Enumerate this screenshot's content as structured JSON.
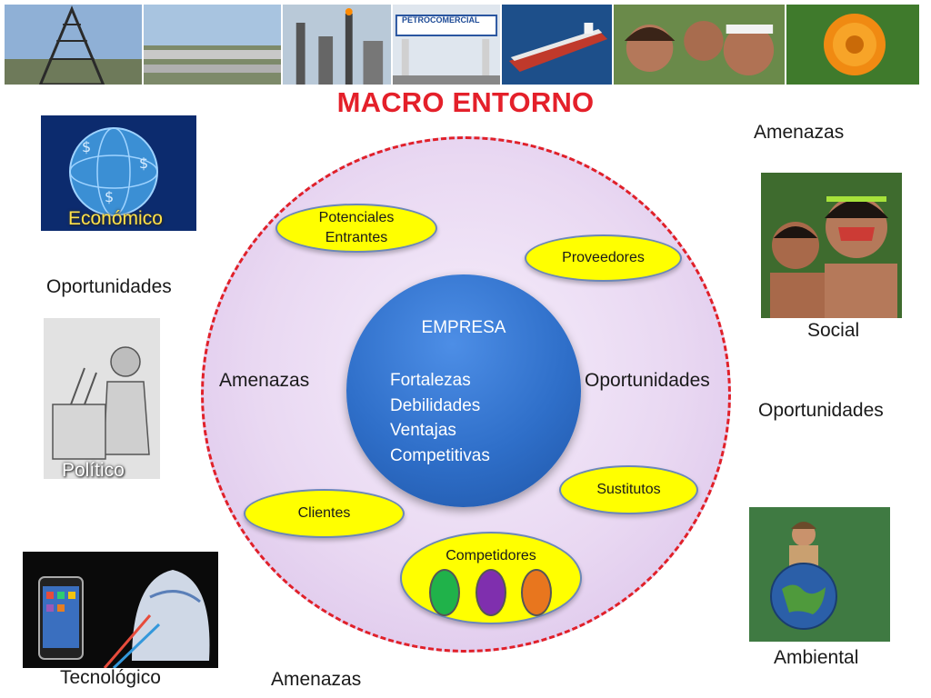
{
  "title": "MACRO ENTORNO",
  "core": {
    "title": "EMPRESA",
    "lines": [
      "Fortalezas",
      "Debilidades",
      "Ventajas",
      "Competitivas"
    ]
  },
  "micro": {
    "potenciales": [
      "Potenciales",
      "Entrantes"
    ],
    "proveedores": "Proveedores",
    "sustitutos": "Sustitutos",
    "clientes": "Clientes",
    "competidores": "Competidores",
    "competitor_colors": [
      "#20b24a",
      "#7f2fae",
      "#e8761e"
    ]
  },
  "inner_labels": {
    "left": "Amenazas",
    "right": "Oportunidades"
  },
  "outer_labels": {
    "top_right": "Amenazas",
    "left_mid": "Oportunidades",
    "right_mid": "Oportunidades",
    "bottom": "Amenazas"
  },
  "factors": {
    "economico": "Económico",
    "politico": "Político",
    "tecnologico": "Tecnológico",
    "social": "Social",
    "ambiental": "Ambiental"
  },
  "strip": {
    "gas_station_sign": "PETROCOMERCIAL"
  },
  "colors": {
    "title": "#e4202a",
    "ring_border": "#e0202a",
    "core": "#2f6fc9",
    "oval": "#ffff00"
  }
}
